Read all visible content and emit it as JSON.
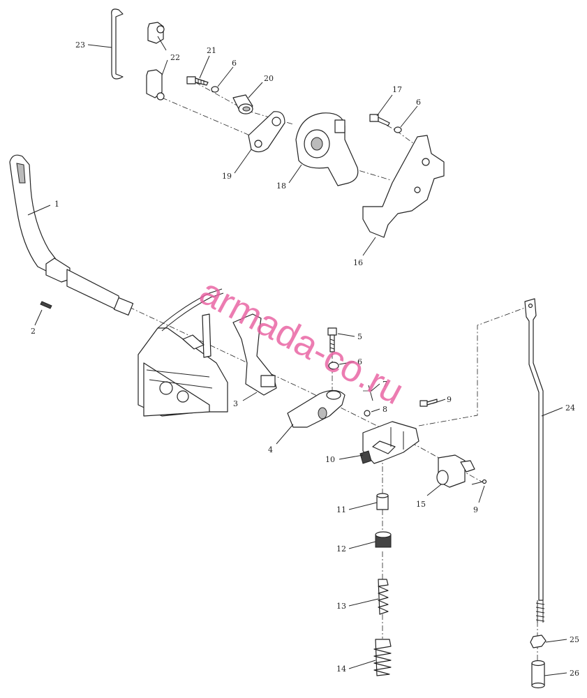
{
  "watermark": "armada-co.ru",
  "callouts": [
    "1",
    "2",
    "3",
    "4",
    "5",
    "6",
    "7",
    "8",
    "9",
    "10",
    "11",
    "12",
    "13",
    "14",
    "15",
    "16",
    "17",
    "18",
    "19",
    "20",
    "21",
    "22",
    "23",
    "24",
    "25",
    "26"
  ]
}
